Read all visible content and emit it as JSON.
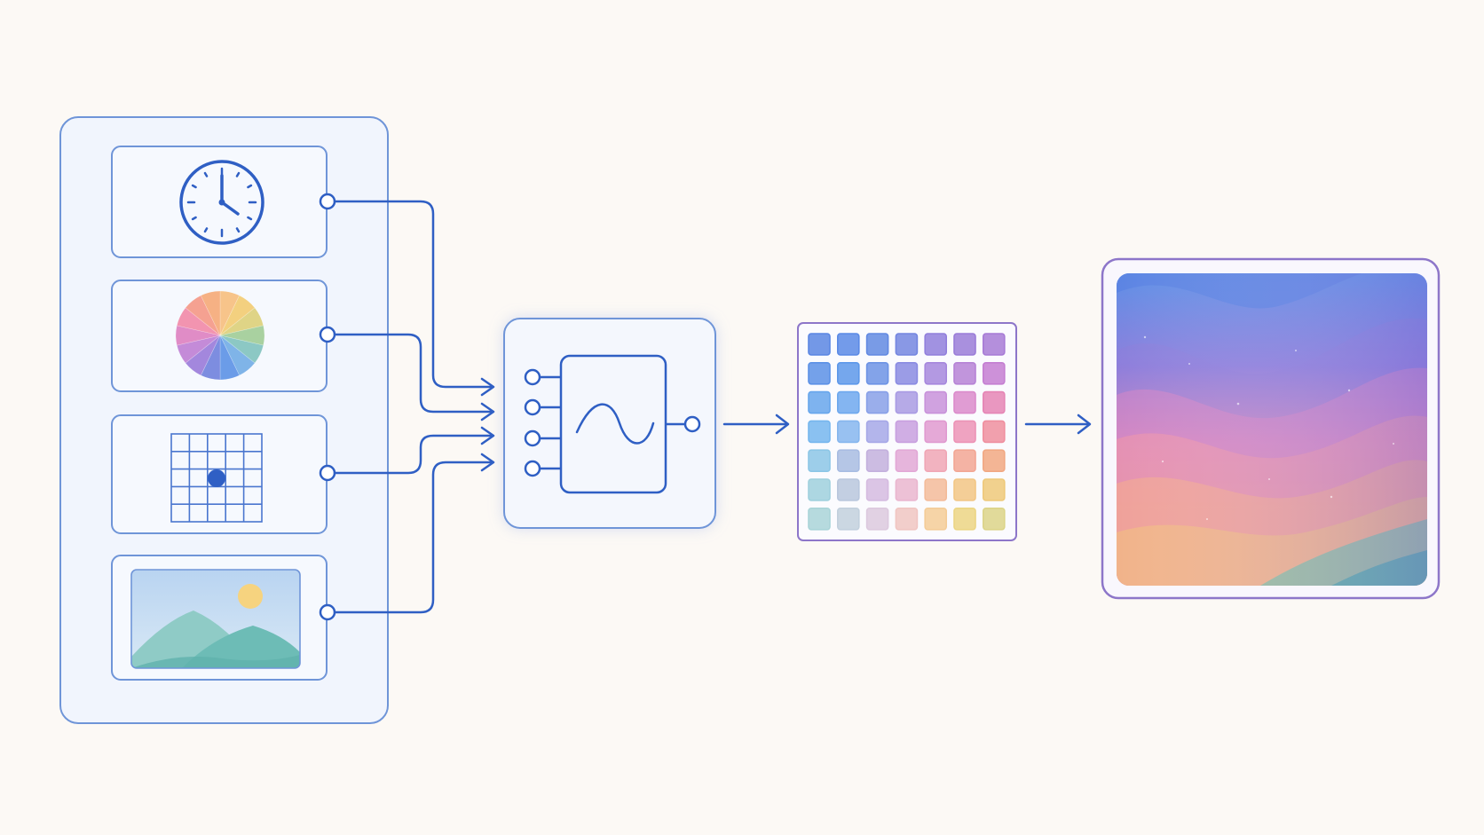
{
  "colors": {
    "background": "#fcf9f5",
    "stroke": "#2f5fc4",
    "panel_stroke": "#6f95d8",
    "panel_fill": "#f1f5fd",
    "card_fill": "#f6f9fe",
    "output_stroke": "#8d76c9"
  },
  "inputs": [
    {
      "kind": "time",
      "icon": "clock-icon"
    },
    {
      "kind": "color",
      "icon": "color-wheel-icon"
    },
    {
      "kind": "position",
      "icon": "grid-point-icon"
    },
    {
      "kind": "image",
      "icon": "landscape-image-icon"
    }
  ],
  "processor": {
    "icon": "sine-wave-icon",
    "input_ports": 4,
    "output_ports": 1
  },
  "palette_grid": {
    "rows": 7,
    "cols": 7,
    "colors": [
      [
        "#5b86e3",
        "#5b8ae6",
        "#6289e2",
        "#7486e0",
        "#917fdc",
        "#9a7cd8",
        "#a77bd6"
      ],
      [
        "#5c91e6",
        "#5d98ea",
        "#6d93e5",
        "#8a8be2",
        "#a687dd",
        "#b683d6",
        "#c47ed2"
      ],
      [
        "#67a6ec",
        "#6ea8ee",
        "#88a0e8",
        "#a99be3",
        "#c892da",
        "#db8bcb",
        "#e585b5"
      ],
      [
        "#76b6ee",
        "#86b6ee",
        "#a6a8e7",
        "#c8a0df",
        "#e09ad0",
        "#ec93b6",
        "#ef8f9f"
      ],
      [
        "#8cc6e6",
        "#a8bce2",
        "#c3b0dd",
        "#e2a8d6",
        "#f0a6b5",
        "#f2a694",
        "#f1a883"
      ],
      [
        "#9fd0dd",
        "#b9c7dd",
        "#d5bbe0",
        "#eab6cf",
        "#f3bb9a",
        "#f2c685",
        "#eec97a"
      ],
      [
        "#a9d4d8",
        "#c2d0dd",
        "#dcc9de",
        "#f0c5c2",
        "#f4cc98",
        "#ecd584",
        "#dcd488"
      ]
    ]
  },
  "output": {
    "icon": "gradient-wave-image-icon"
  }
}
